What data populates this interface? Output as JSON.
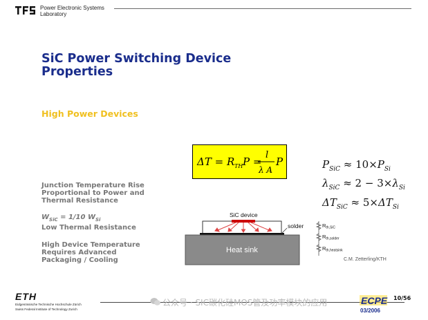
{
  "header": {
    "lab_line1": "Power Electronic Systems",
    "lab_line2": "Laboratory",
    "logo_icon": "pes-logo"
  },
  "slide": {
    "title_line1": "SiC Power Switching Device",
    "title_line2": "Properties",
    "subtitle": "High Power Devices"
  },
  "bullets": {
    "b1_lines": [
      "Junction Temperature Rise",
      "Proportional to Power and",
      "Thermal Resistance"
    ],
    "b2_w": "W",
    "b2_sub1": "SiC",
    "b2_eq": " = 1/10 W",
    "b2_sub2": "Si",
    "b2_line2": "Low Thermal Resistance",
    "b3_lines": [
      "High Device Temperature",
      "Requires Advanced",
      "Packaging / Cooling"
    ]
  },
  "formula_box": {
    "lhs": "ΔT = R",
    "rth_sub": "TH",
    "mid": " P = ",
    "numerator": "l",
    "denominator": "λ A",
    "tail": "P"
  },
  "equations": {
    "eq1": {
      "var": "P",
      "sub": "SiC",
      "rel": " ≈ 10×",
      "rhs": "P",
      "rhs_sub": "Si"
    },
    "eq2": {
      "var": "λ",
      "sub": "SiC",
      "rel": " ≈ 2 − 3×",
      "rhs": "λ",
      "rhs_sub": "Si"
    },
    "eq3": {
      "var": "ΔT",
      "sub": "SiC",
      "rel": " ≈ 5×",
      "rhs": "ΔT",
      "rhs_sub": "Si"
    }
  },
  "diagram": {
    "device_label": "SiC device",
    "solder_label": "solder",
    "heatsink_label": "Heat sink",
    "rth_sic": "R",
    "rth_sic_sub": "th,SiC",
    "rth_solder": "R",
    "rth_solder_sub": "th,solder",
    "rth_heatsink": "R",
    "rth_heatsink_sub": "th,heatsink",
    "credit": "C.M. Zetterling/KTH",
    "colors": {
      "heatsink": "#8a8a8a",
      "device": "#cc0000",
      "arrows": "#d44"
    }
  },
  "footer": {
    "eth_logo": "ETH",
    "eth_de": "Eidgenössische Technische Hochschule Zürich",
    "eth_en": "Swiss Federal Institute of Technology Zurich",
    "watermark": "公众号 · SIC碳化硅MOS管及功率模块的应用",
    "page": "10/56",
    "ecpe_logo": "ECPE",
    "ecpe_date": "03/2006"
  }
}
